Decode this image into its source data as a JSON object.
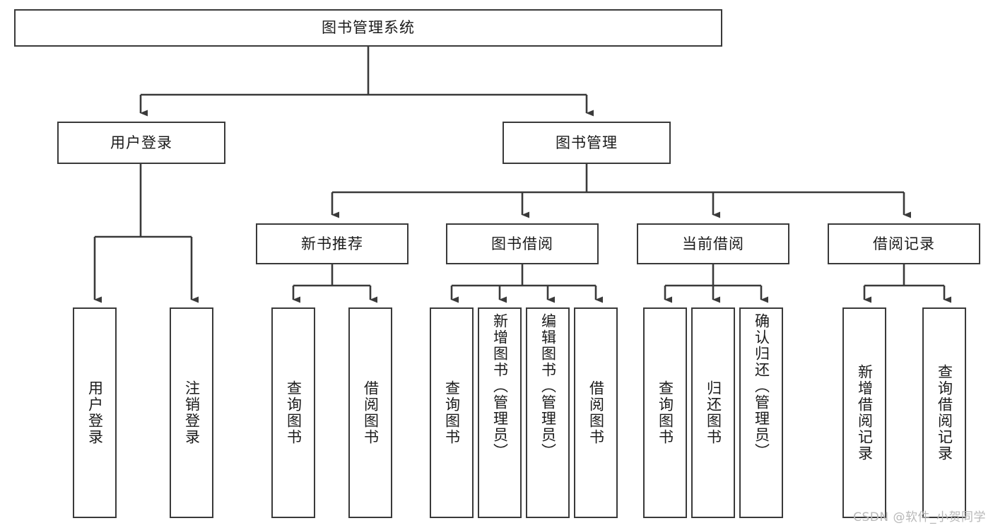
{
  "diagram": {
    "title": "图书管理系统",
    "type": "tree-hierarchy-chart",
    "watermark": "CSDN @软件_小贺同学",
    "colors": {
      "box_border": "#3a3a3a",
      "box_fill": "#ffffff",
      "edge": "#3a3a3a",
      "text": "#1b1b1b",
      "watermark": "#b8b8b8",
      "background": "#ffffff"
    },
    "root": {
      "label": "图书管理系统"
    },
    "level2": [
      {
        "id": "user-login",
        "label": "用户登录"
      },
      {
        "id": "book-management",
        "label": "图书管理"
      }
    ],
    "level3": [
      {
        "id": "new-book-recommend",
        "label": "新书推荐"
      },
      {
        "id": "book-borrow",
        "label": "图书借阅"
      },
      {
        "id": "current-borrow",
        "label": "当前借阅"
      },
      {
        "id": "borrow-record",
        "label": "借阅记录"
      }
    ],
    "leaves": {
      "user_login": [
        {
          "id": "leaf-user-login",
          "label": "用户登录"
        },
        {
          "id": "leaf-logout-login",
          "label": "注销登录"
        }
      ],
      "new_book_recommend": [
        {
          "id": "leaf-query-book-1",
          "label": "查询图书"
        },
        {
          "id": "leaf-borrow-book-1",
          "label": "借阅图书"
        }
      ],
      "book_borrow": [
        {
          "id": "leaf-query-book-2",
          "label": "查询图书"
        },
        {
          "id": "leaf-add-book",
          "label": "新增图书（管理员）"
        },
        {
          "id": "leaf-edit-book",
          "label": "编辑图书（管理员）"
        },
        {
          "id": "leaf-borrow-book-2",
          "label": "借阅图书"
        }
      ],
      "current_borrow": [
        {
          "id": "leaf-query-book-3",
          "label": "查询图书"
        },
        {
          "id": "leaf-return-book",
          "label": "归还图书"
        },
        {
          "id": "leaf-confirm-return",
          "label": "确认归还（管理员）"
        }
      ],
      "borrow_record": [
        {
          "id": "leaf-add-record",
          "label": "新增借阅记录"
        },
        {
          "id": "leaf-query-record",
          "label": "查询借阅记录"
        }
      ]
    }
  }
}
